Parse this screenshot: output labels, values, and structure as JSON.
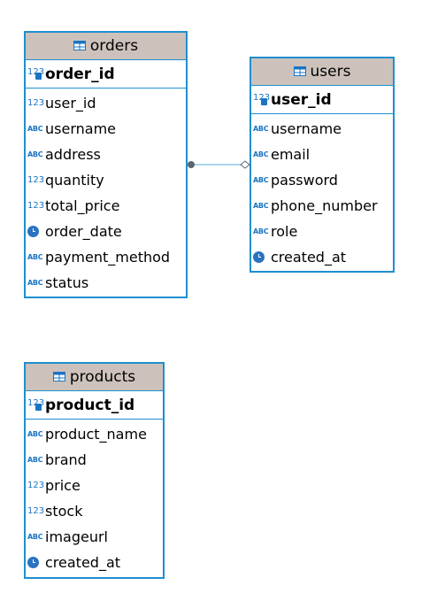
{
  "entities": [
    {
      "name": "orders",
      "primary_key": {
        "name": "order_id",
        "type": "number"
      },
      "columns": [
        {
          "name": "user_id",
          "type": "number"
        },
        {
          "name": "username",
          "type": "text"
        },
        {
          "name": "address",
          "type": "text"
        },
        {
          "name": "quantity",
          "type": "number"
        },
        {
          "name": "total_price",
          "type": "number"
        },
        {
          "name": "order_date",
          "type": "datetime"
        },
        {
          "name": "payment_method",
          "type": "text"
        },
        {
          "name": "status",
          "type": "text"
        }
      ]
    },
    {
      "name": "users",
      "primary_key": {
        "name": "user_id",
        "type": "number"
      },
      "columns": [
        {
          "name": "username",
          "type": "text"
        },
        {
          "name": "email",
          "type": "text"
        },
        {
          "name": "password",
          "type": "text"
        },
        {
          "name": "phone_number",
          "type": "text"
        },
        {
          "name": "role",
          "type": "text"
        },
        {
          "name": "created_at",
          "type": "datetime"
        }
      ]
    },
    {
      "name": "products",
      "primary_key": {
        "name": "product_id",
        "type": "number"
      },
      "columns": [
        {
          "name": "product_name",
          "type": "text"
        },
        {
          "name": "brand",
          "type": "text"
        },
        {
          "name": "price",
          "type": "number"
        },
        {
          "name": "stock",
          "type": "number"
        },
        {
          "name": "imageurl",
          "type": "text"
        },
        {
          "name": "created_at",
          "type": "datetime"
        }
      ]
    }
  ],
  "relationships": [
    {
      "from": "orders",
      "to": "users",
      "from_end": "many",
      "to_end": "one-optional"
    }
  ],
  "type_glyphs": {
    "number": "123",
    "text": "ABC"
  },
  "colors": {
    "border": "#1e8fd0",
    "header_bg": "#cdc2bb",
    "icon": "#1a74c4",
    "relationship_line": "#5aa8d8",
    "relationship_dot": "#5a6670"
  }
}
